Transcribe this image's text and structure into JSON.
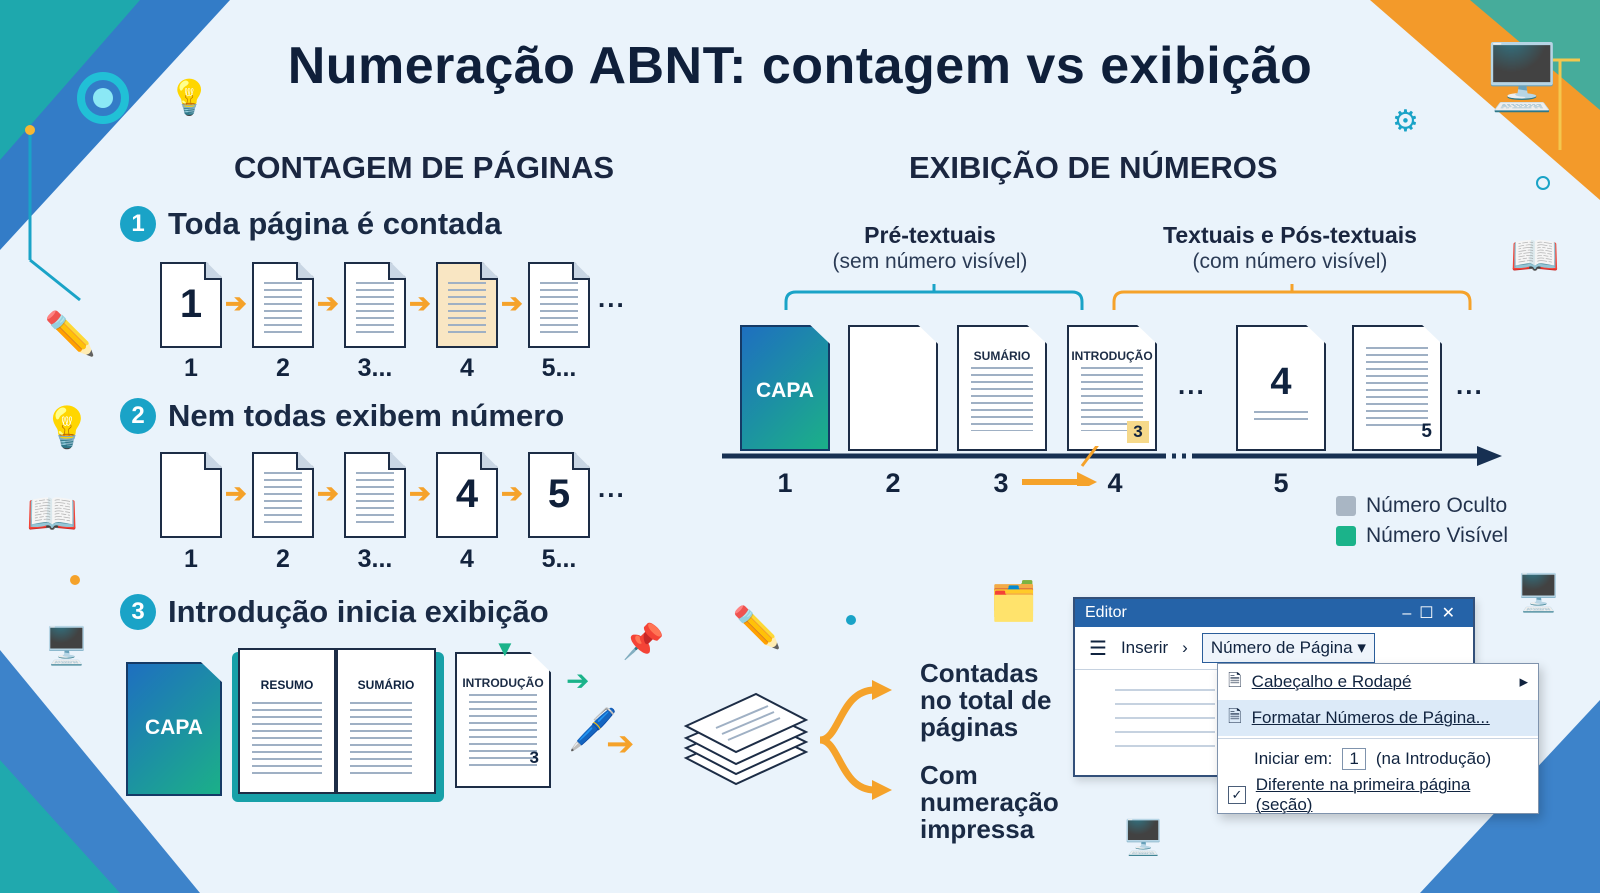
{
  "title": "Numeração ABNT: contagem vs exibição",
  "left": {
    "heading": "CONTAGEM DE PÁGINAS",
    "steps": [
      {
        "badge": "1",
        "label": "Toda página é contada",
        "pages": [
          {
            "text": "1"
          },
          {
            "text": ""
          },
          {
            "text": ""
          },
          {
            "text": ""
          },
          {
            "text": ""
          }
        ],
        "numbers": [
          "1",
          "2",
          "3...",
          "4",
          "5..."
        ]
      },
      {
        "badge": "2",
        "label": "Nem todas exibem número",
        "pages": [
          {
            "text": ""
          },
          {
            "text": ""
          },
          {
            "text": ""
          },
          {
            "text": "4"
          },
          {
            "text": "5"
          }
        ],
        "numbers": [
          "1",
          "2",
          "3...",
          "4",
          "5..."
        ]
      },
      {
        "badge": "3",
        "label": "Introdução inicia exibição"
      }
    ],
    "ellipsis": "...",
    "book": {
      "capa": "CAPA",
      "resumo": "RESUMO",
      "sumario": "SUMÁRIO",
      "introducao": "INTRODUÇÃO",
      "page_num": "3"
    }
  },
  "right": {
    "heading": "EXIBIÇÃO DE NÚMEROS",
    "pretextual": {
      "title": "Pré-textuais",
      "subtitle": "(sem número visível)"
    },
    "textual": {
      "title": "Textuais e Pós-textuais",
      "subtitle": "(com número visível)"
    },
    "pages": [
      {
        "label": "CAPA",
        "number": "1"
      },
      {
        "label": "",
        "number": "2"
      },
      {
        "label": "SUMÁRIO",
        "number": "3"
      },
      {
        "label": "INTRODUÇÃO",
        "number": "4",
        "badge": "3"
      },
      {
        "label": "4",
        "number": "5"
      },
      {
        "label": "",
        "number": "",
        "corner": "5"
      }
    ],
    "ellipsis": "...",
    "legend": [
      {
        "label": "Número Oculto",
        "color": "#a9b6c4"
      },
      {
        "label": "Número Visível",
        "color": "#1bb38a"
      }
    ]
  },
  "branches": [
    {
      "text": "Contadas no total de páginas"
    },
    {
      "text": "Com numeração impressa"
    }
  ],
  "editor": {
    "title": "Editor",
    "menu_label": "Inserir",
    "dropdown": "Número de Página",
    "items": [
      {
        "label": "Cabeçalho e Rodapé",
        "submenu": "▸"
      },
      {
        "label": "Formatar Números de Página..."
      },
      {
        "label_prefix": "Iniciar em:",
        "value": "1",
        "label_suffix": "(na Introdução)"
      },
      {
        "label": "Diferente na primeira página (seção)",
        "checked": "✓"
      }
    ]
  },
  "colors": {
    "accent": "#1aa3c7",
    "arrow": "#f5a22a",
    "navy": "#10233f",
    "teal": "#1bb38a"
  }
}
